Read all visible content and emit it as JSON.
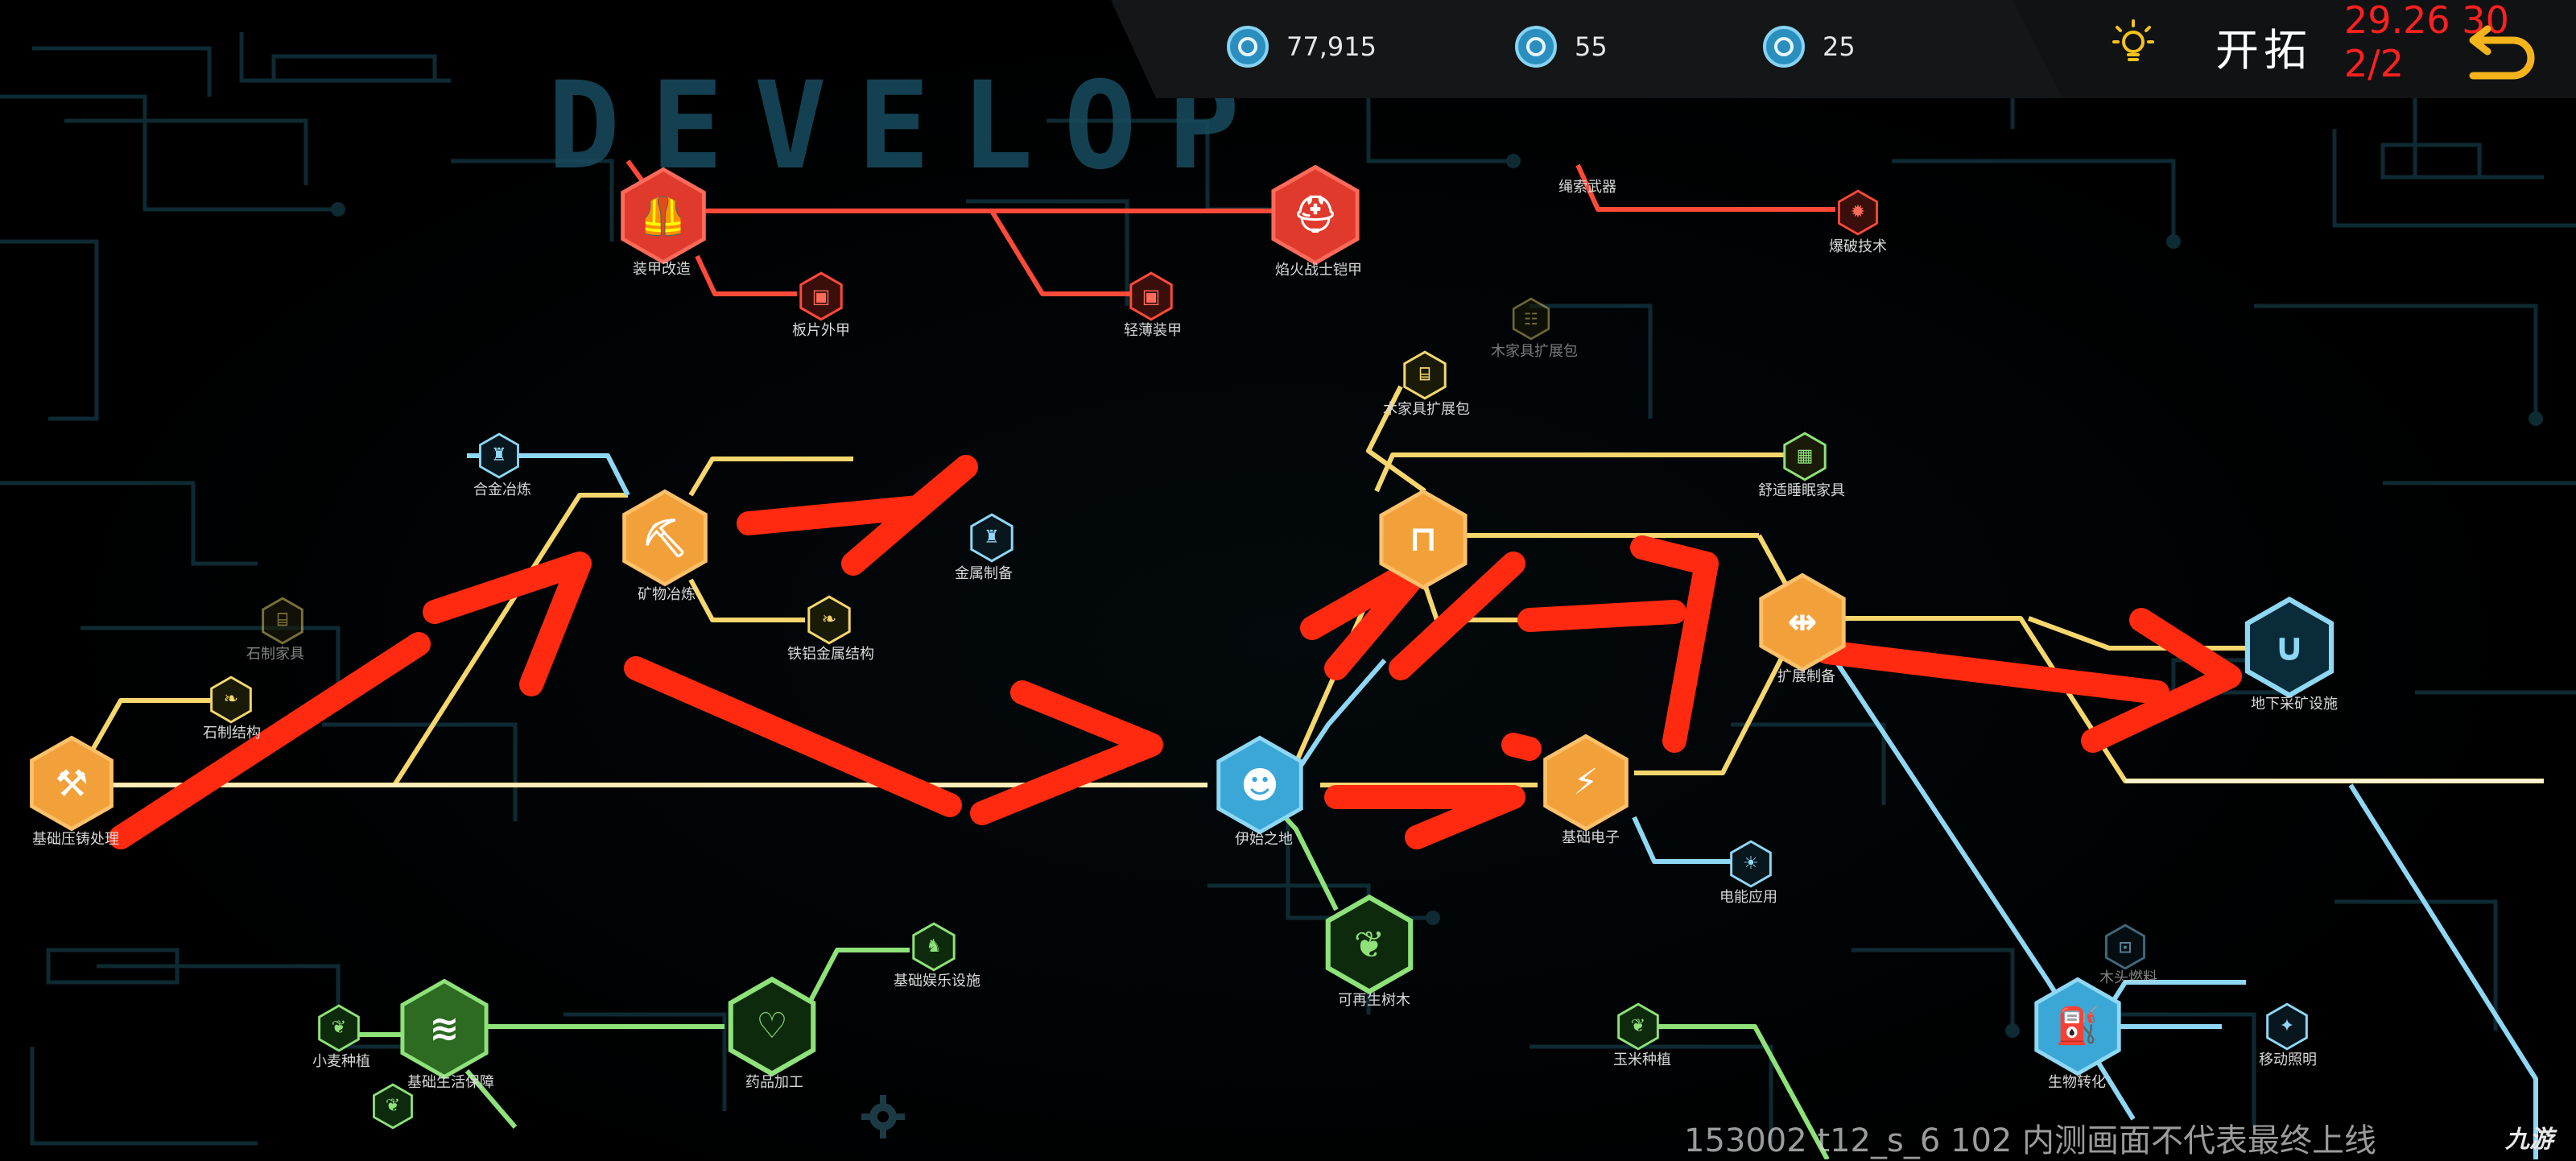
{
  "header": {
    "logo_text": "DEVELOP",
    "title": "开拓",
    "debug_overlay": "29.26 30 2/2",
    "resources": [
      {
        "icon": "coin-icon",
        "value": "77,915"
      },
      {
        "icon": "gear-token-icon",
        "value": "55"
      },
      {
        "icon": "research-token-icon",
        "value": "25"
      }
    ],
    "hint_icon": "lightbulb-icon",
    "back_icon": "return-arrow-icon"
  },
  "colors": {
    "red_branch": "#ff4a3a",
    "orange_branch": "#f4a83a",
    "yellow_branch": "#f5d76e",
    "blue_branch": "#8fd8f5",
    "green_branch": "#8fe27a",
    "annotation": "#ff2a10"
  },
  "nodes": {
    "armor_basic": {
      "label": "装甲改造",
      "icon": "armor-icon"
    },
    "flame_armor": {
      "label": "焰火战士铠甲",
      "icon": "flame-armor-icon"
    },
    "plate_armor": {
      "label": "板片外甲",
      "icon": "vest-icon"
    },
    "light_armor": {
      "label": "轻薄装甲",
      "icon": "vest-icon"
    },
    "bomb_tech": {
      "label": "爆破技术",
      "icon": "bomb-icon"
    },
    "rope_weapon": {
      "label": "绳索武器",
      "icon": "rope-icon"
    },
    "wood_furniture": {
      "label": "木家具扩展包",
      "icon": "shelf-icon"
    },
    "wood_furniture_2": {
      "label": "木家具扩展包",
      "icon": "table-icon"
    },
    "comfort_furniture": {
      "label": "舒适睡眠家具",
      "icon": "bed-icon"
    },
    "alloy_smelting": {
      "label": "合金冶炼",
      "icon": "metal-icon"
    },
    "ore_smelting": {
      "label": "矿物冶炼",
      "icon": "bucket-icon"
    },
    "metal_mining": {
      "label": "金属制备",
      "icon": "metal-icon"
    },
    "iron_structure": {
      "label": "铁铝金属结构",
      "icon": "leaf-icon"
    },
    "stone_furniture": {
      "label": "石制家具",
      "icon": "shelf-icon"
    },
    "stone_structure": {
      "label": "石制结构",
      "icon": "leaf-icon"
    },
    "basic_processing": {
      "label": "基础压铸处理",
      "icon": "hammer-icon"
    },
    "furniture_hub": {
      "label": "",
      "icon": "workbench-icon"
    },
    "expand_prep": {
      "label": "扩展制备",
      "icon": "compress-icon"
    },
    "underground_mine": {
      "label": "地下采矿设施",
      "icon": "magnet-icon"
    },
    "start": {
      "label": "伊始之地",
      "icon": "head-gear-icon"
    },
    "basic_electric": {
      "label": "基础电子",
      "icon": "circuit-icon"
    },
    "electric_use": {
      "label": "电能应用",
      "icon": "bulb-icon"
    },
    "renewable_wood": {
      "label": "可再生树木",
      "icon": "sprout-icon"
    },
    "basic_entertain": {
      "label": "基础娱乐设施",
      "icon": "chess-icon"
    },
    "medicine": {
      "label": "药品加工",
      "icon": "heart-hands-icon"
    },
    "wheat": {
      "label": "小麦种植",
      "icon": "sprout-icon"
    },
    "farming": {
      "label": "基础生活保障",
      "icon": "harvest-icon"
    },
    "corn": {
      "label": "玉米种植",
      "icon": "sprout-icon"
    },
    "bio_fuel": {
      "label": "生物转化",
      "icon": "fuel-icon"
    },
    "wood_fuel": {
      "label": "木头燃料",
      "icon": "canister-icon"
    },
    "mobile_light": {
      "label": "移动照明",
      "icon": "spark-icon"
    },
    "sapling": {
      "label": "",
      "icon": "sprout-icon"
    }
  },
  "footer": {
    "watermark": "153002 t12_s_6 102  内测画面不代表最终上线",
    "brand": "九游",
    "settings_icon": "gear-icon"
  }
}
